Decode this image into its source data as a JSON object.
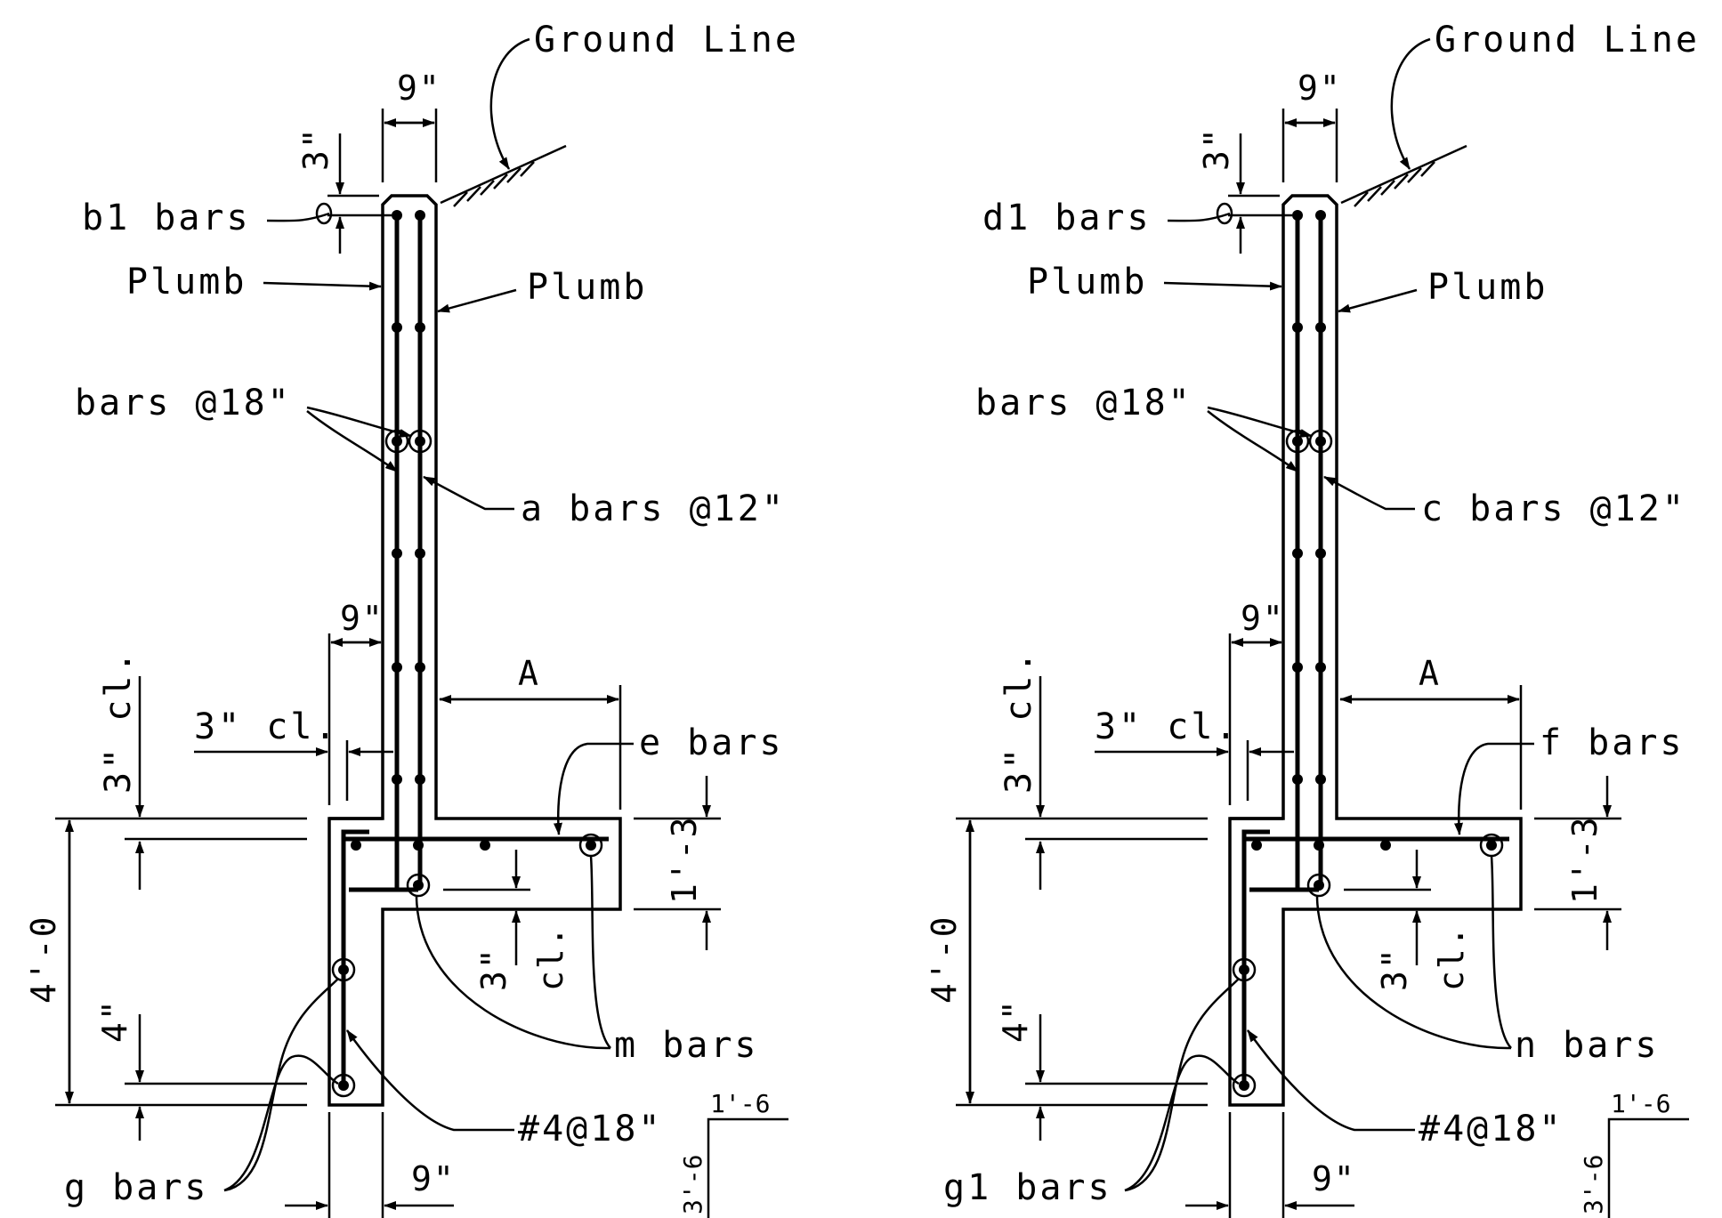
{
  "left": {
    "ground_line": "Ground Line",
    "dim_top_width": "9\"",
    "dim_top_cover": "3\"",
    "top_bars": "b1 bars",
    "plumb_left": "Plumb",
    "plumb_right": "Plumb",
    "bars_spacing": "bars @18\"",
    "stem_bars": "a bars @12\"",
    "dim_lower_width": "9\"",
    "dim_a": "A",
    "cl_vertical": "3\" cl.",
    "cl_horizontal": "3\" cl.",
    "heel_bars": "e bars",
    "dim_footing_thk": "1'-3",
    "dim_total_height": "4'-0",
    "dim_cl_3": "3\"",
    "dim_cl_text": "cl.",
    "dim_4": "4\"",
    "m_bars": "m bars",
    "key_bars": "#4@18\"",
    "g_bars": "g bars",
    "dim_bottom_width": "9\"",
    "ratio_h": "1'-6",
    "ratio_v": "3'-6"
  },
  "right": {
    "ground_line": "Ground Line",
    "dim_top_width": "9\"",
    "dim_top_cover": "3\"",
    "top_bars": "d1 bars",
    "plumb_left": "Plumb",
    "plumb_right": "Plumb",
    "bars_spacing": "bars @18\"",
    "stem_bars": "c bars @12\"",
    "dim_lower_width": "9\"",
    "dim_a": "A",
    "cl_vertical": "3\" cl.",
    "cl_horizontal": "3\" cl.",
    "heel_bars": "f bars",
    "dim_footing_thk": "1'-3",
    "dim_total_height": "4'-0",
    "dim_cl_3": "3\"",
    "dim_cl_text": "cl.",
    "dim_4": "4\"",
    "n_bars": "n bars",
    "key_bars": "#4@18\"",
    "g_bars": "g1 bars",
    "dim_bottom_width": "9\"",
    "ratio_h": "1'-6",
    "ratio_v": "3'-6"
  }
}
